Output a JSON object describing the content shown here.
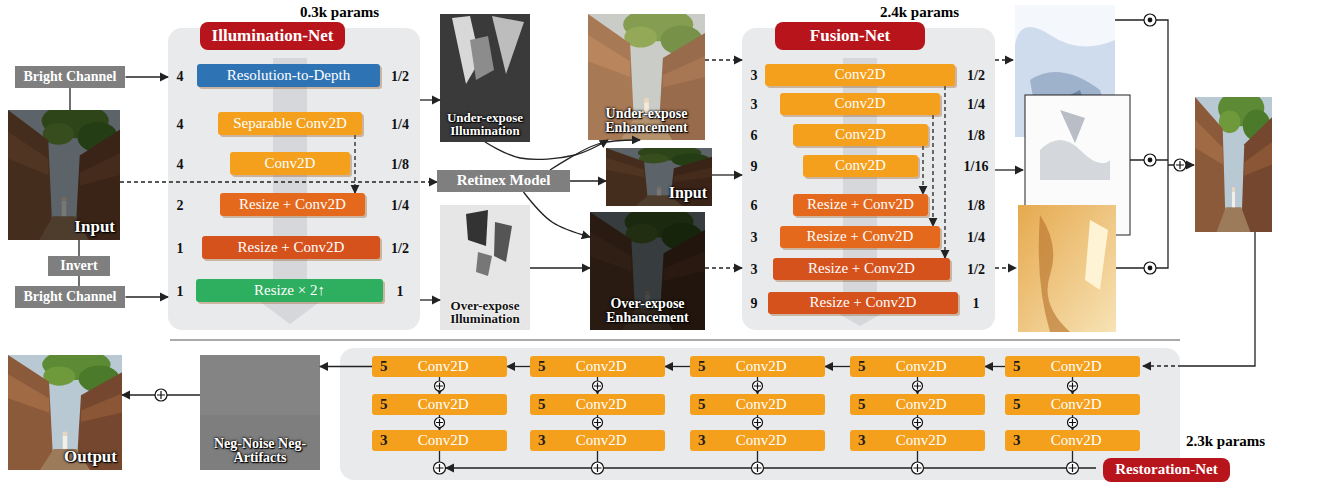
{
  "diagram": {
    "nodes": [
      {
        "text": [
          "Bright Channel"
        ]
      },
      {
        "text": [
          "Input"
        ]
      },
      {
        "text": [
          "Invert"
        ]
      },
      {
        "text": [
          "Bright Channel"
        ]
      },
      {
        "text": [
          "0.3k params"
        ]
      },
      {
        "text": [
          "Illumination-Net"
        ],
        "in": 4
      },
      {
        "text": [
          "Resolution-to-Depth"
        ],
        "in": 4
      },
      {
        "text": [
          "Separable Conv2D"
        ],
        "in": 4
      },
      {
        "text": [
          "Conv2D"
        ],
        "in": 4
      },
      {
        "text": [
          "Resize + Conv2D"
        ],
        "in": 4
      },
      {
        "text": [
          "Resize + Conv2D"
        ],
        "in": 4
      },
      {
        "text": [
          "Resize × 2↑"
        ],
        "in": 4
      },
      {
        "text": [
          "Under-expose Illumination"
        ]
      },
      {
        "text": [
          "Retinex Model"
        ]
      },
      {
        "text": [
          "Over-expose Illumination"
        ]
      },
      {
        "text": [
          "Under-expose Enhancement"
        ]
      },
      {
        "text": [
          "Input"
        ]
      },
      {
        "text": [
          "Over-expose Enhancement"
        ]
      },
      {
        "text": [
          "2.4k params"
        ]
      },
      {
        "text": [
          "Fusion-Net"
        ],
        "in": 18
      },
      {
        "text": [
          "Conv2D"
        ],
        "in": 18
      },
      {
        "text": [
          "Conv2D"
        ],
        "in": 18
      },
      {
        "text": [
          "Conv2D"
        ],
        "in": 18
      },
      {
        "text": [
          "Conv2D"
        ],
        "in": 18
      },
      {
        "text": [
          "Resize + Conv2D"
        ],
        "in": 18
      },
      {
        "text": [
          "Resize + Conv2D"
        ],
        "in": 18
      },
      {
        "text": [
          "Resize + Conv2D"
        ],
        "in": 18
      },
      {
        "text": [
          "Resize + Conv2D"
        ],
        "in": 18
      },
      {
        "text": [
          "2.3k params"
        ]
      },
      {
        "text": [
          "Restoration-Net"
        ],
        "in": 28
      },
      {
        "text": [
          "5",
          "Conv2D"
        ],
        "in": 28
      },
      {
        "text": [
          "5",
          "Conv2D"
        ],
        "in": 28
      },
      {
        "text": [
          "3",
          "Conv2D"
        ],
        "in": 28
      },
      {
        "text": [
          "5",
          "Conv2D"
        ],
        "in": 28
      },
      {
        "text": [
          "5",
          "Conv2D"
        ],
        "in": 28
      },
      {
        "text": [
          "3",
          "Conv2D"
        ],
        "in": 28
      },
      {
        "text": [
          "5",
          "Conv2D"
        ],
        "in": 28
      },
      {
        "text": [
          "5",
          "Conv2D"
        ],
        "in": 28
      },
      {
        "text": [
          "3",
          "Conv2D"
        ],
        "in": 28
      },
      {
        "text": [
          "5",
          "Conv2D"
        ],
        "in": 28
      },
      {
        "text": [
          "5",
          "Conv2D"
        ],
        "in": 28
      },
      {
        "text": [
          "3",
          "Conv2D"
        ],
        "in": 28
      },
      {
        "text": [
          "5",
          "Conv2D"
        ],
        "in": 28
      },
      {
        "text": [
          "5",
          "Conv2D"
        ],
        "in": 28
      },
      {
        "text": [
          "3",
          "Conv2D"
        ],
        "in": 28
      },
      {
        "text": [
          "Neg-Noise Neg-Artifacts"
        ]
      },
      {
        "text": [
          "Output"
        ]
      }
    ],
    "edges": [
      {
        "from": 0,
        "to": 1,
        "arrow": "none"
      },
      {
        "from": 1,
        "to": 2,
        "arrow": "none"
      },
      {
        "from": 2,
        "to": 3,
        "arrow": "none"
      },
      {
        "from": 0,
        "to": 4,
        "arrow": "to"
      },
      {
        "from": 3,
        "to": 4,
        "arrow": "to"
      },
      {
        "from": 1,
        "to": 13,
        "arrow": "to"
      },
      {
        "from": 4,
        "to": 12,
        "arrow": "to"
      },
      {
        "from": 4,
        "to": 14,
        "arrow": "to"
      },
      {
        "from": 7,
        "to": 9,
        "arrow": "to"
      },
      {
        "from": 12,
        "to": 15,
        "arrow": "to"
      },
      {
        "from": 13,
        "to": 15,
        "arrow": "to"
      },
      {
        "from": 13,
        "to": 16,
        "arrow": "to"
      },
      {
        "from": 13,
        "to": 17,
        "arrow": "to"
      },
      {
        "from": 14,
        "to": 17,
        "arrow": "to"
      },
      {
        "from": 15,
        "to": 18,
        "arrow": "to"
      },
      {
        "from": 16,
        "to": 18,
        "arrow": "to"
      },
      {
        "from": 17,
        "to": 18,
        "arrow": "to"
      },
      {
        "from": 20,
        "to": 26,
        "arrow": "to"
      },
      {
        "from": 21,
        "to": 25,
        "arrow": "to"
      },
      {
        "from": 22,
        "to": 24,
        "arrow": "to"
      },
      {
        "from": 42,
        "to": 39,
        "arrow": "to"
      },
      {
        "from": 39,
        "to": 36,
        "arrow": "to"
      },
      {
        "from": 36,
        "to": 33,
        "arrow": "to"
      },
      {
        "from": 33,
        "to": 30,
        "arrow": "to"
      },
      {
        "from": 30,
        "to": 31,
        "arrow": "to"
      },
      {
        "from": 31,
        "to": 32,
        "arrow": "to"
      },
      {
        "from": 33,
        "to": 34,
        "arrow": "to"
      },
      {
        "from": 34,
        "to": 35,
        "arrow": "to"
      },
      {
        "from": 36,
        "to": 37,
        "arrow": "to"
      },
      {
        "from": 37,
        "to": 38,
        "arrow": "to"
      },
      {
        "from": 39,
        "to": 40,
        "arrow": "to"
      },
      {
        "from": 40,
        "to": 41,
        "arrow": "to"
      },
      {
        "from": 42,
        "to": 43,
        "arrow": "to"
      },
      {
        "from": 43,
        "to": 44,
        "arrow": "to"
      },
      {
        "from": 30,
        "to": 45,
        "arrow": "to"
      },
      {
        "from": 45,
        "to": 46,
        "arrow": "to"
      }
    ],
    "labels": [
      "4",
      "1/2",
      "4",
      "1/4",
      "4",
      "1/8",
      "2",
      "1/4",
      "1",
      "1/2",
      "1",
      "1",
      "3",
      "1/2",
      "3",
      "1/4",
      "6",
      "1/8",
      "9",
      "1/16",
      "6",
      "1/8",
      "3",
      "1/4",
      "3",
      "1/2",
      "9",
      "1"
    ]
  }
}
